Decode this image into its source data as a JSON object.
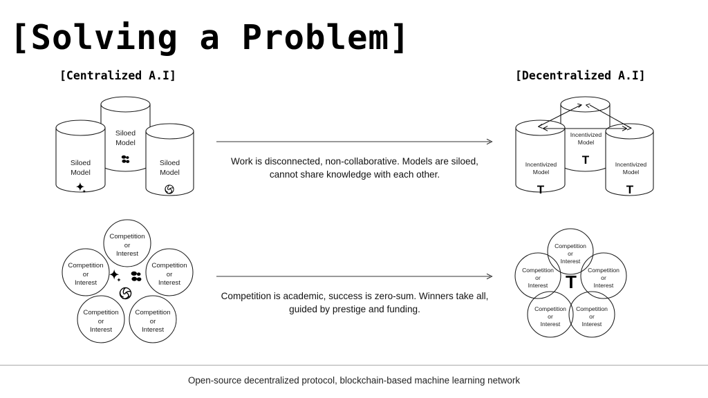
{
  "slide": {
    "title": "[Solving a Problem]",
    "background": "#ffffff",
    "stroke_color": "#1a1a1a"
  },
  "columns": {
    "left_header": "[Centralized A.I]",
    "right_header": "[Decentralized A.I]"
  },
  "rows": [
    {
      "id": "models-row",
      "left_group": {
        "kind": "cylinders",
        "items": [
          {
            "label": "Siloed\nModel",
            "logo": "gemini-sparkle-icon"
          },
          {
            "label": "Siloed\nModel",
            "logo": "anthropic-claude-icon"
          },
          {
            "label": "Siloed\nModel",
            "logo": "openai-knot-icon"
          }
        ]
      },
      "connector": {
        "arrow": "arrow-right-icon",
        "text": "Work is disconnected, non-collaborative. Models are siloed, cannot share knowledge with each other."
      },
      "right_group": {
        "kind": "cylinders",
        "linked": true,
        "items": [
          {
            "label": "Incentivized\nModel",
            "logo": "tao-t-icon",
            "logo_text": "T"
          },
          {
            "label": "Incentivized\nModel",
            "logo": "tao-t-icon",
            "logo_text": "T"
          },
          {
            "label": "Incentivized\nModel",
            "logo": "tao-t-icon",
            "logo_text": "T"
          }
        ]
      }
    },
    {
      "id": "competition-row",
      "left_group": {
        "kind": "circles",
        "circle_label": "Competition\nor\nInterest",
        "count": 5,
        "center_logos": [
          "gemini-sparkle-icon",
          "anthropic-claude-icon",
          "openai-knot-icon"
        ]
      },
      "connector": {
        "arrow": "arrow-right-icon",
        "text": "Competition is academic, success is zero-sum. Winners take all, guided by prestige and funding."
      },
      "right_group": {
        "kind": "circles",
        "circle_label": "Competition\nor\nInterest",
        "count": 5,
        "center_logos": [
          "tao-t-icon"
        ],
        "center_logo_text": "T"
      }
    }
  ],
  "footer": {
    "text": "Open-source decentralized protocol, blockchain-based machine learning network"
  }
}
